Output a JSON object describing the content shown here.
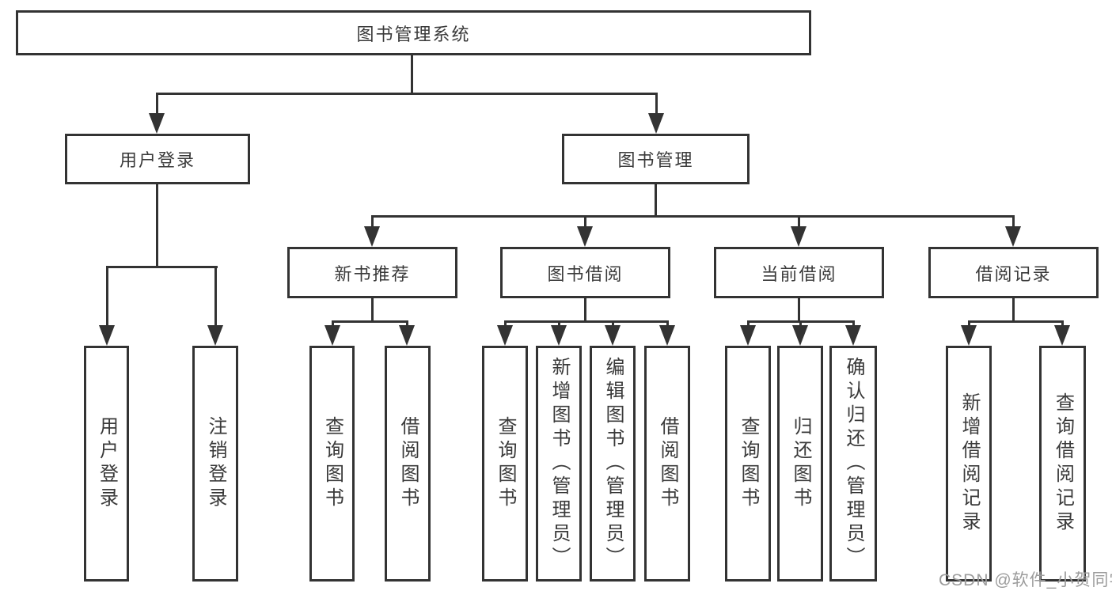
{
  "diagram": {
    "root_label": "图书管理系统",
    "level2": [
      {
        "label": "用户登录",
        "children": [
          "用户登录",
          "注销登录"
        ]
      },
      {
        "label": "图书管理",
        "groups": [
          {
            "label": "新书推荐",
            "children": [
              "查询图书",
              "借阅图书"
            ]
          },
          {
            "label": "图书借阅",
            "children": [
              "查询图书",
              "新增图书（管理员）",
              "编辑图书（管理员）",
              "借阅图书"
            ]
          },
          {
            "label": "当前借阅",
            "children": [
              "查询图书",
              "归还图书",
              "确认归还（管理员）"
            ]
          },
          {
            "label": "借阅记录",
            "children": [
              "新增借阅记录",
              "查询借阅记录"
            ]
          }
        ]
      }
    ]
  },
  "watermark": "CSDN @软件_小贺同学",
  "colors": {
    "line": "#333333",
    "text": "#3a3a3a",
    "watermark": "#9c9c9c",
    "background": "#ffffff"
  }
}
